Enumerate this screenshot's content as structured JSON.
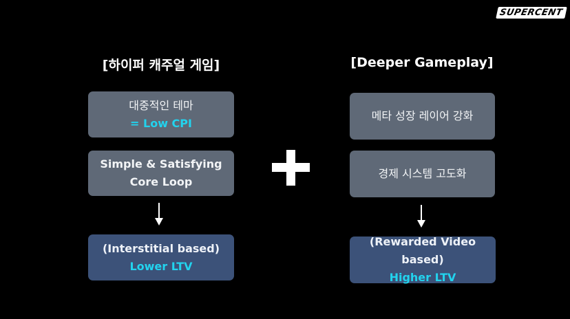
{
  "brand": {
    "logo_text": "SUPERCENT"
  },
  "left": {
    "title": "[하이퍼 캐주얼 게임]",
    "box1": {
      "line1": "대중적인 테마",
      "line2": "= Low CPI"
    },
    "box2": {
      "line1": "Simple & Satisfying",
      "line2": "Core Loop"
    },
    "box3": {
      "line1": "(Interstitial based)",
      "line2": "Lower LTV"
    }
  },
  "right": {
    "title": "[Deeper Gameplay]",
    "box1": {
      "line1": "메타 성장 레이어 강화"
    },
    "box2": {
      "line1": "경제 시스템 고도화"
    },
    "box3": {
      "line1": "(Rewarded Video based)",
      "line2": "Higher LTV"
    }
  },
  "operator": {
    "icon": "plus-icon"
  },
  "colors": {
    "background": "#000000",
    "gray_box": "#5f6977",
    "blue_box": "#3c5279",
    "accent": "#22d3ee"
  }
}
